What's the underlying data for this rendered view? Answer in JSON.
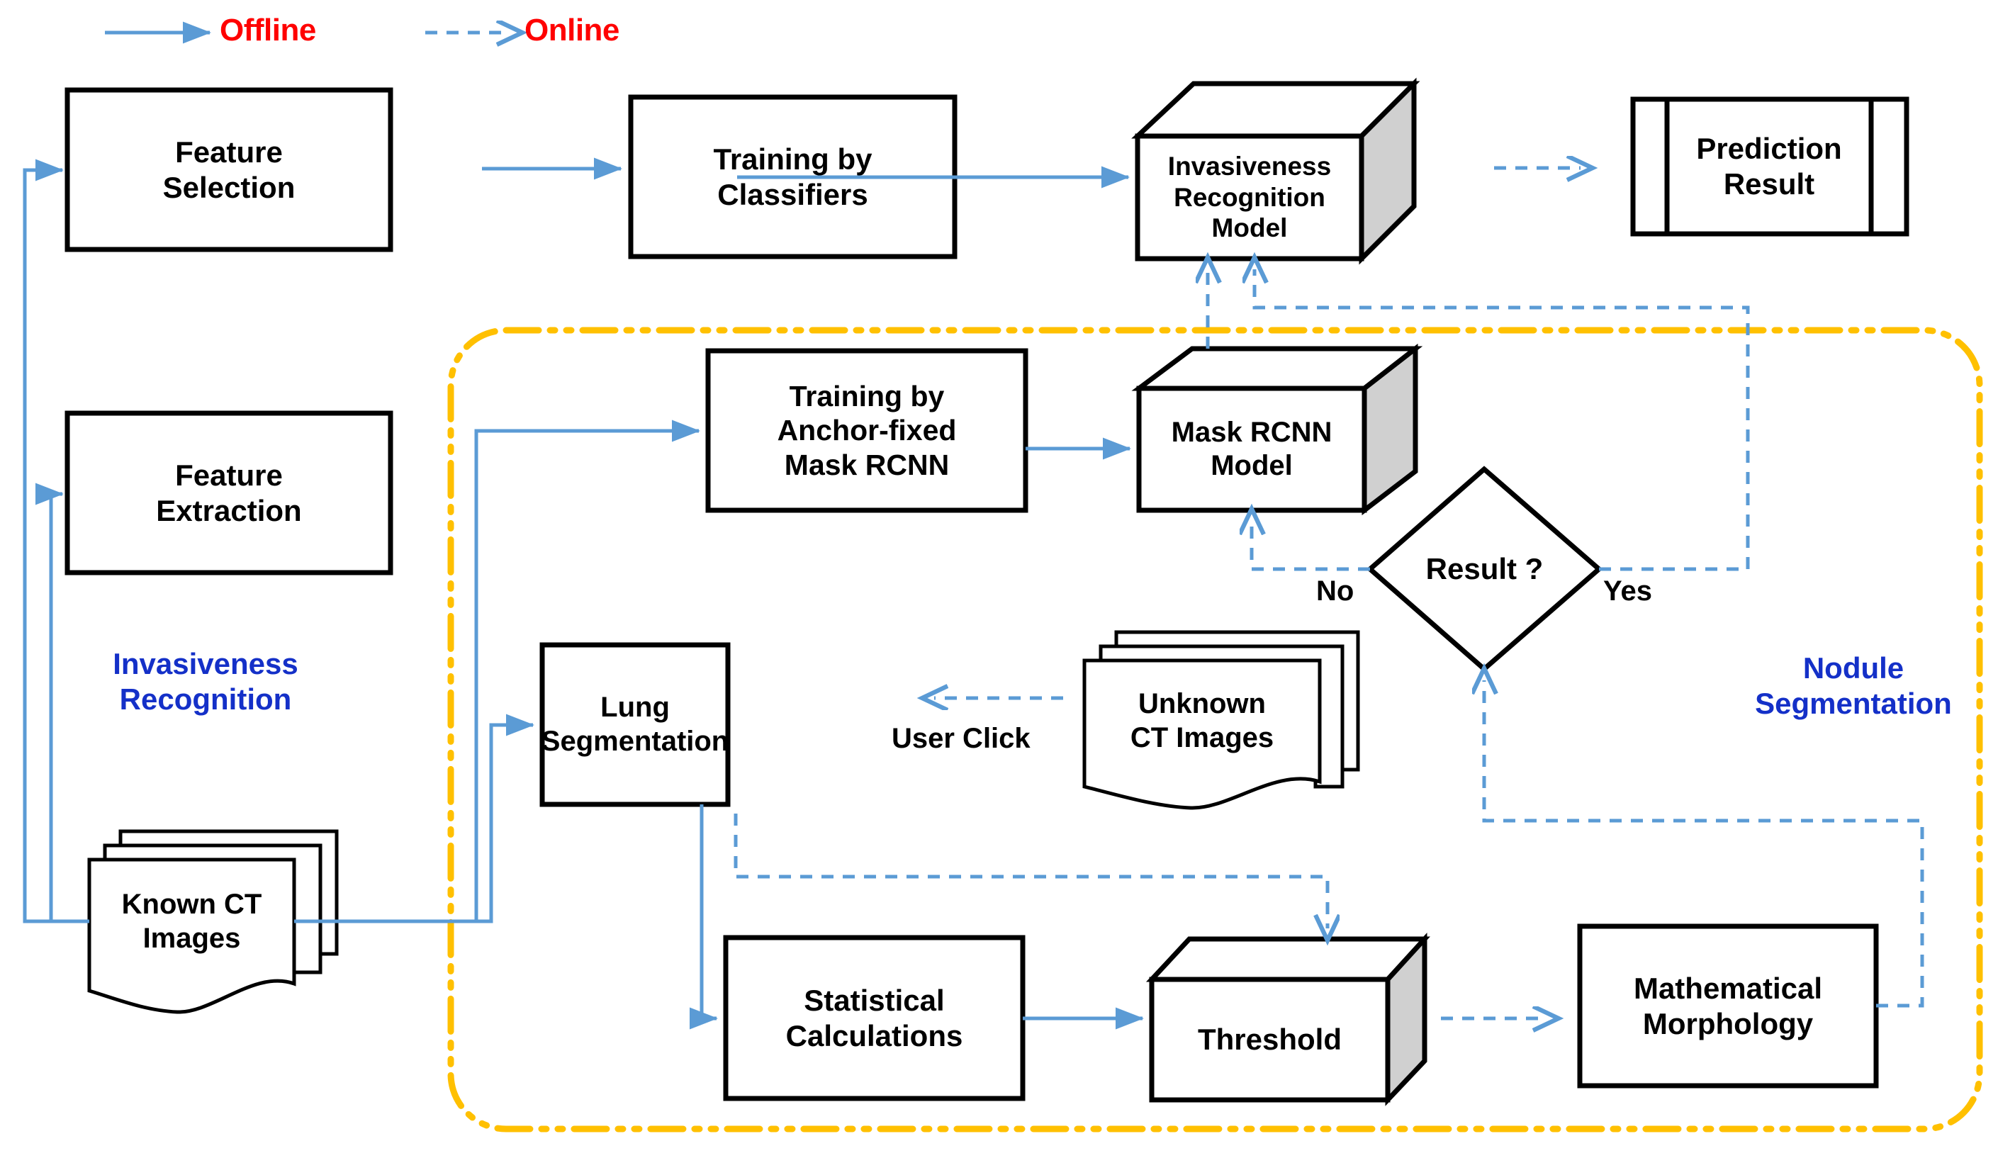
{
  "diagram": {
    "title": "Lung nodule segmentation and invasiveness recognition pipeline",
    "colors": {
      "arrow_blue": "#5B9BD5",
      "legend_red": "#FF0000",
      "group_blue": "#1430C8",
      "group_boundary_orange": "#FFC000",
      "node_stroke": "#000000",
      "cube_side_fill": "#D0D0D0",
      "background": "#FFFFFF"
    },
    "legend": {
      "items": [
        {
          "line_style": "solid",
          "arrow": "solid-arrow-icon",
          "label": "Offline"
        },
        {
          "line_style": "dashed",
          "arrow": "dashed-arrow-icon",
          "label": "Online"
        }
      ]
    },
    "group_labels": [
      {
        "id": "invasiveness-recognition",
        "label_line1": "Invasiveness",
        "label_line2": "Recognition"
      },
      {
        "id": "nodule-segmentation",
        "label_line1": "Nodule",
        "label_line2": "Segmentation"
      }
    ],
    "edge_labels": [
      {
        "id": "no",
        "text": "No"
      },
      {
        "id": "yes",
        "text": "Yes"
      },
      {
        "id": "user-click",
        "text": "User Click"
      }
    ],
    "nodes": [
      {
        "id": "feature-selection",
        "shape": "rect",
        "lines": [
          "Feature",
          "Selection"
        ]
      },
      {
        "id": "training-classifiers",
        "shape": "rect",
        "lines": [
          "Training by",
          "Classifiers"
        ]
      },
      {
        "id": "invasiveness-model",
        "shape": "cube",
        "lines": [
          "Invasiveness",
          "Recognition",
          "Model"
        ]
      },
      {
        "id": "prediction-result",
        "shape": "predefined",
        "lines": [
          "Prediction",
          "Result"
        ]
      },
      {
        "id": "feature-extraction",
        "shape": "rect",
        "lines": [
          "Feature",
          "Extraction"
        ]
      },
      {
        "id": "training-maskrcnn",
        "shape": "rect",
        "lines": [
          "Training by",
          "Anchor-fixed",
          "Mask RCNN"
        ]
      },
      {
        "id": "maskrcnn-model",
        "shape": "cube",
        "lines": [
          "Mask RCNN",
          "Model"
        ]
      },
      {
        "id": "result-decision",
        "shape": "diamond",
        "lines": [
          "Result ?"
        ]
      },
      {
        "id": "known-ct-images",
        "shape": "multidocument",
        "lines": [
          "Known CT",
          "Images"
        ]
      },
      {
        "id": "unknown-ct-images",
        "shape": "multidocument",
        "lines": [
          "Unknown",
          "CT Images"
        ]
      },
      {
        "id": "lung-segmentation",
        "shape": "rect",
        "lines": [
          "Lung",
          "Segmentation"
        ]
      },
      {
        "id": "statistical-calcs",
        "shape": "rect",
        "lines": [
          "Statistical",
          "Calculations"
        ]
      },
      {
        "id": "threshold",
        "shape": "cube",
        "lines": [
          "Threshold"
        ]
      },
      {
        "id": "math-morphology",
        "shape": "rect",
        "lines": [
          "Mathematical",
          "Morphology"
        ]
      }
    ]
  }
}
